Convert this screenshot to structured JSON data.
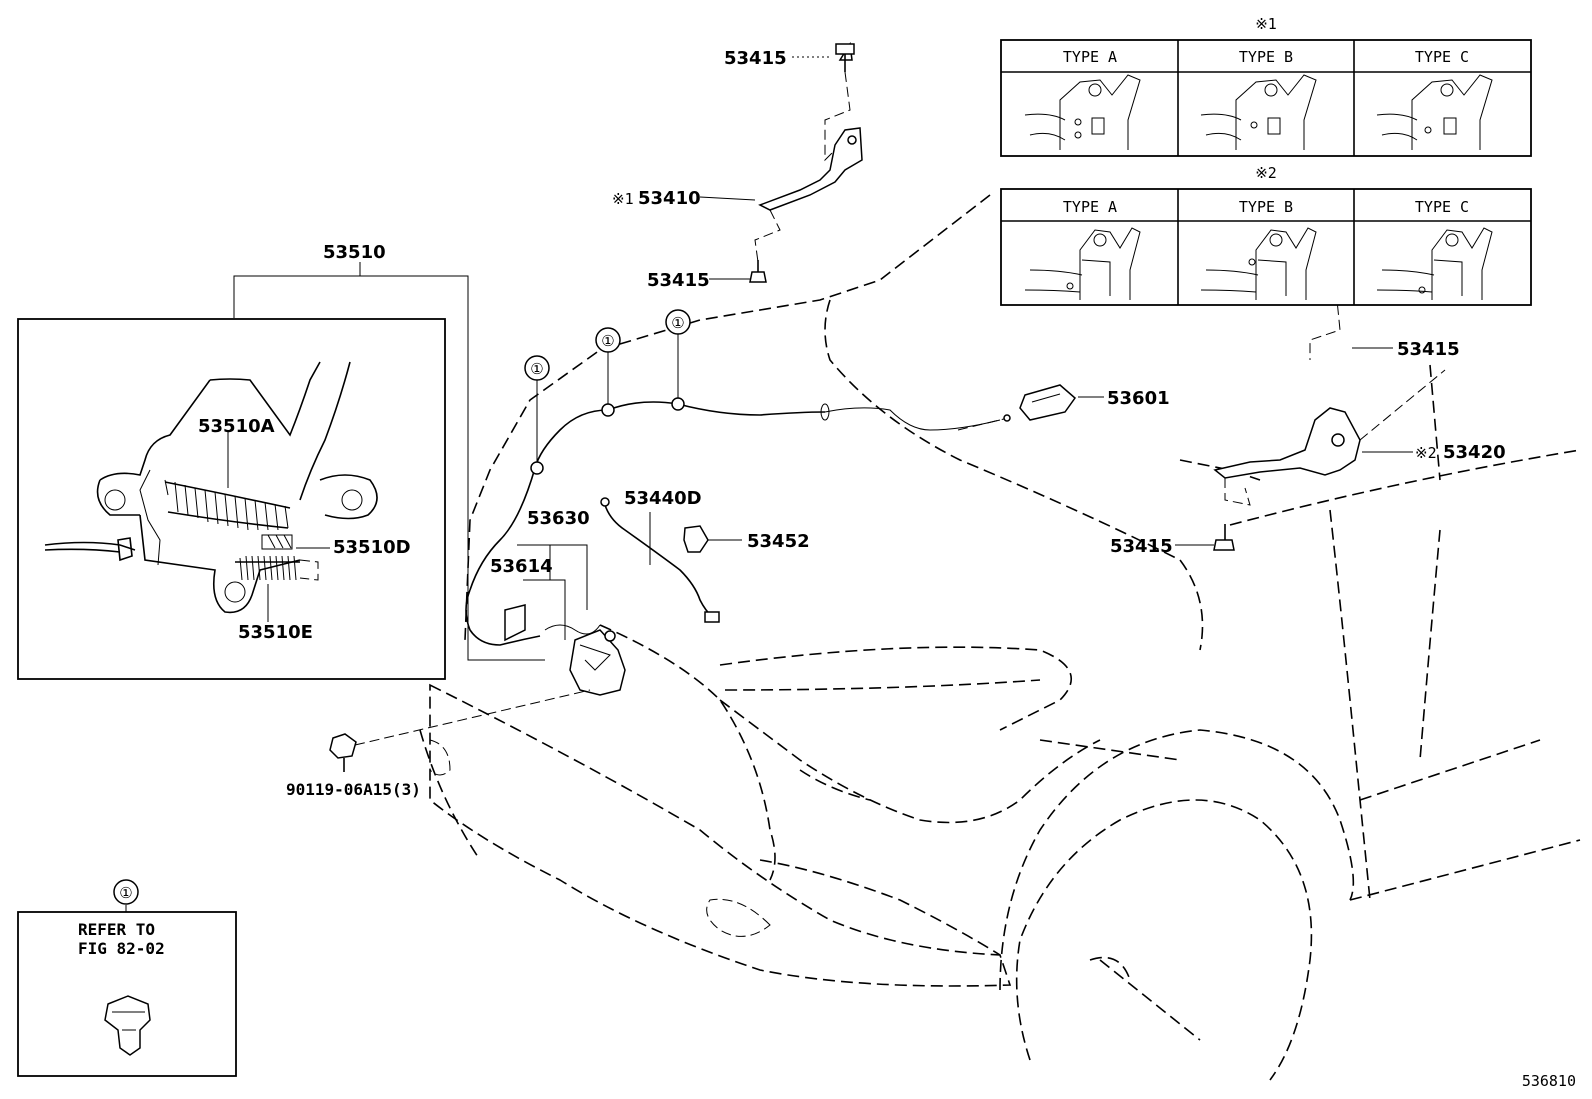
{
  "diagram": {
    "drawing_number": "536810",
    "callouts": {
      "bolt_top": "53415",
      "support_left": "53410",
      "support_left_mark": "※1",
      "bolt_left_lower": "53415",
      "lock_assy": "53510",
      "lock_a": "53510A",
      "lock_d": "53510D",
      "lock_e": "53510E",
      "cable_assy": "53630",
      "cable_sub": "53614",
      "sensor": "53440D",
      "clip": "53452",
      "lever": "53601",
      "bolt_right_upper": "53415",
      "support_right": "53420",
      "support_right_mark": "※2",
      "bolt_right_lower": "53415",
      "bolt_front": "90119-06A15(3)"
    },
    "circle_ref": "①",
    "reference_box": {
      "line1": "REFER TO",
      "line2": "FIG 82-02"
    },
    "type_tables": [
      {
        "mark": "※1",
        "columns": [
          "TYPE  A",
          "TYPE  B",
          "TYPE  C"
        ]
      },
      {
        "mark": "※2",
        "columns": [
          "TYPE  A",
          "TYPE  B",
          "TYPE  C"
        ]
      }
    ]
  }
}
